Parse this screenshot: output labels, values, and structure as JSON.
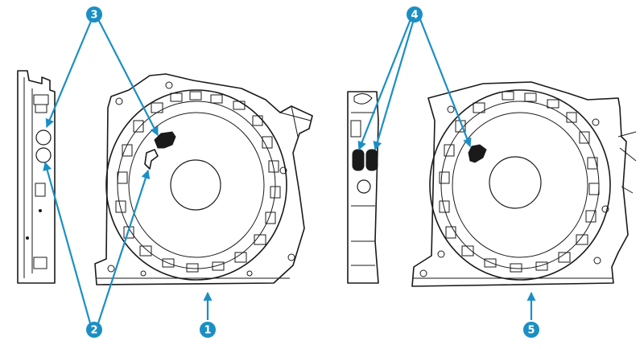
{
  "callouts": [
    {
      "id": "c1",
      "label": "1"
    },
    {
      "id": "c2",
      "label": "2"
    },
    {
      "id": "c3",
      "label": "3"
    },
    {
      "id": "c4",
      "label": "4"
    },
    {
      "id": "c5",
      "label": "5"
    }
  ],
  "colors": {
    "callout": "#1b8fc4",
    "ink": "#1a1a1a",
    "background": "#ffffff"
  }
}
